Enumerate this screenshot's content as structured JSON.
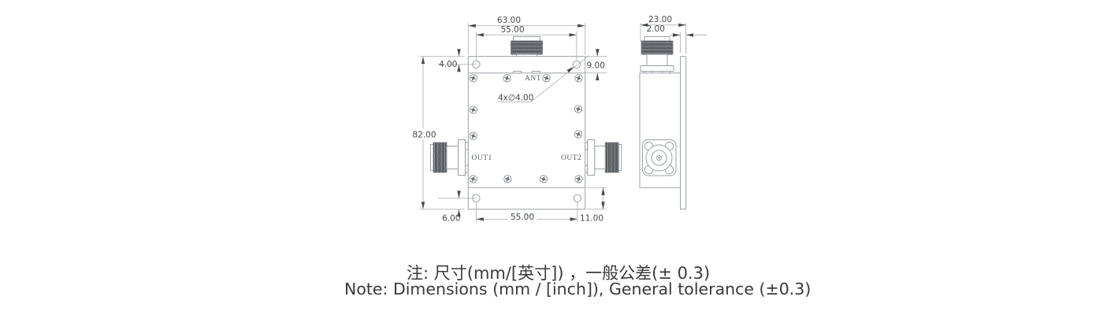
{
  "front_view": {
    "label_ant": "ANT",
    "label_out1": "OUT1",
    "label_out2": "OUT2",
    "dim_overall_width": "63.00",
    "dim_top_hole_spacing": "55.00",
    "dim_overall_height": "82.00",
    "dim_top_band_height": "9.00",
    "dim_top_hole_offset": "4.00",
    "dim_bottom_hole_offset": "6.00",
    "dim_bottom_hole_spacing": "55.00",
    "dim_bottom_band_height": "11.00",
    "hole_callout": "4x∅4.00"
  },
  "side_view": {
    "dim_overall_depth": "23.00",
    "dim_plate_thickness": "2.00"
  },
  "notes": {
    "line1_zh": "注: 尺寸(mm/[英寸]) ，一般公差(± 0.3)",
    "line2_en": "Note: Dimensions (mm / [inch]), General tolerance (±0.3)"
  },
  "colors": {
    "geometry_line": "#9aa0a7",
    "dimension_line": "#b2b5bb",
    "dimension_text": "#46494e",
    "thread_fill": "#4b5055",
    "note_text": "#3a3a3a"
  }
}
